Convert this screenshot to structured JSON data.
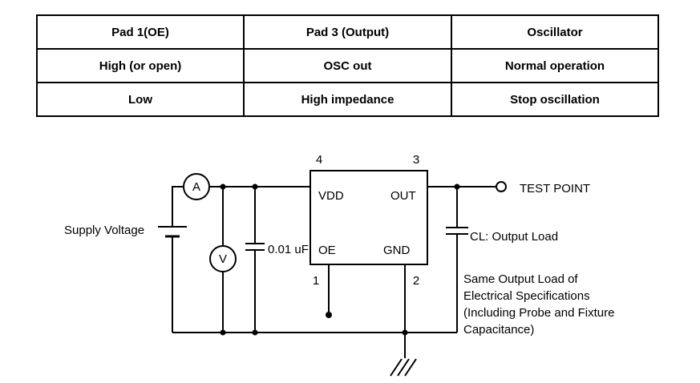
{
  "table": {
    "headers": [
      "Pad 1(OE)",
      "Pad 3 (Output)",
      "Oscillator"
    ],
    "rows": [
      [
        "High (or open)",
        "OSC out",
        "Normal operation"
      ],
      [
        "Low",
        "High impedance",
        "Stop oscillation"
      ]
    ]
  },
  "circuit": {
    "supply_voltage_label": "Supply Voltage",
    "ammeter_label": "A",
    "voltmeter_label": "V",
    "capacitor_label": "0.01 uF",
    "test_point_label": "TEST POINT",
    "output_load_label": "CL: Output Load",
    "note_lines": [
      "Same Output Load of",
      "Electrical Specifications",
      "(Including Probe and Fixture",
      "Capacitance)"
    ],
    "ic": {
      "pin4_number": "4",
      "pin3_number": "3",
      "pin1_number": "1",
      "pin2_number": "2",
      "vdd_label": "VDD",
      "out_label": "OUT",
      "oe_label": "OE",
      "gnd_label": "GND"
    }
  },
  "colors": {
    "line": "#000000",
    "background": "#ffffff",
    "text": "#000000"
  }
}
